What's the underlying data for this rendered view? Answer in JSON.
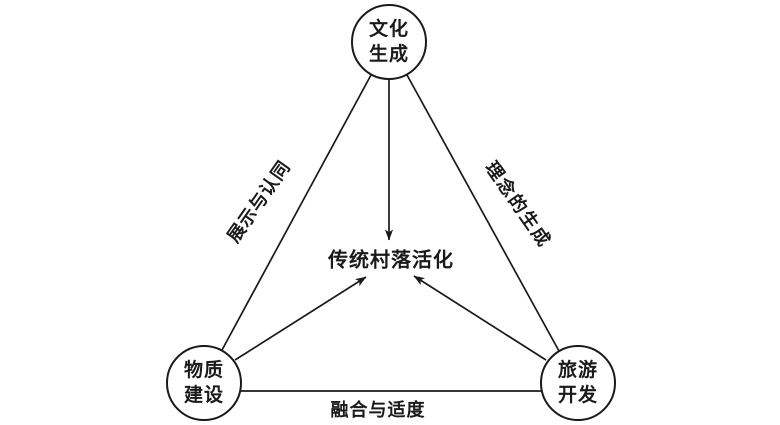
{
  "colors": {
    "background": "#ffffff",
    "line": "#1a1a1a",
    "text": "#1a1a1a"
  },
  "diagram": {
    "nodes": {
      "top": {
        "line1": "文化",
        "line2": "生成"
      },
      "bottom_left": {
        "line1": "物质",
        "line2": "建设"
      },
      "bottom_right": {
        "line1": "旅游",
        "line2": "开发"
      }
    },
    "center": {
      "label": "传统村落活化"
    },
    "edge_labels": {
      "left": "展示与认同",
      "right": "理念的生成",
      "bottom": "融合与适度"
    }
  }
}
